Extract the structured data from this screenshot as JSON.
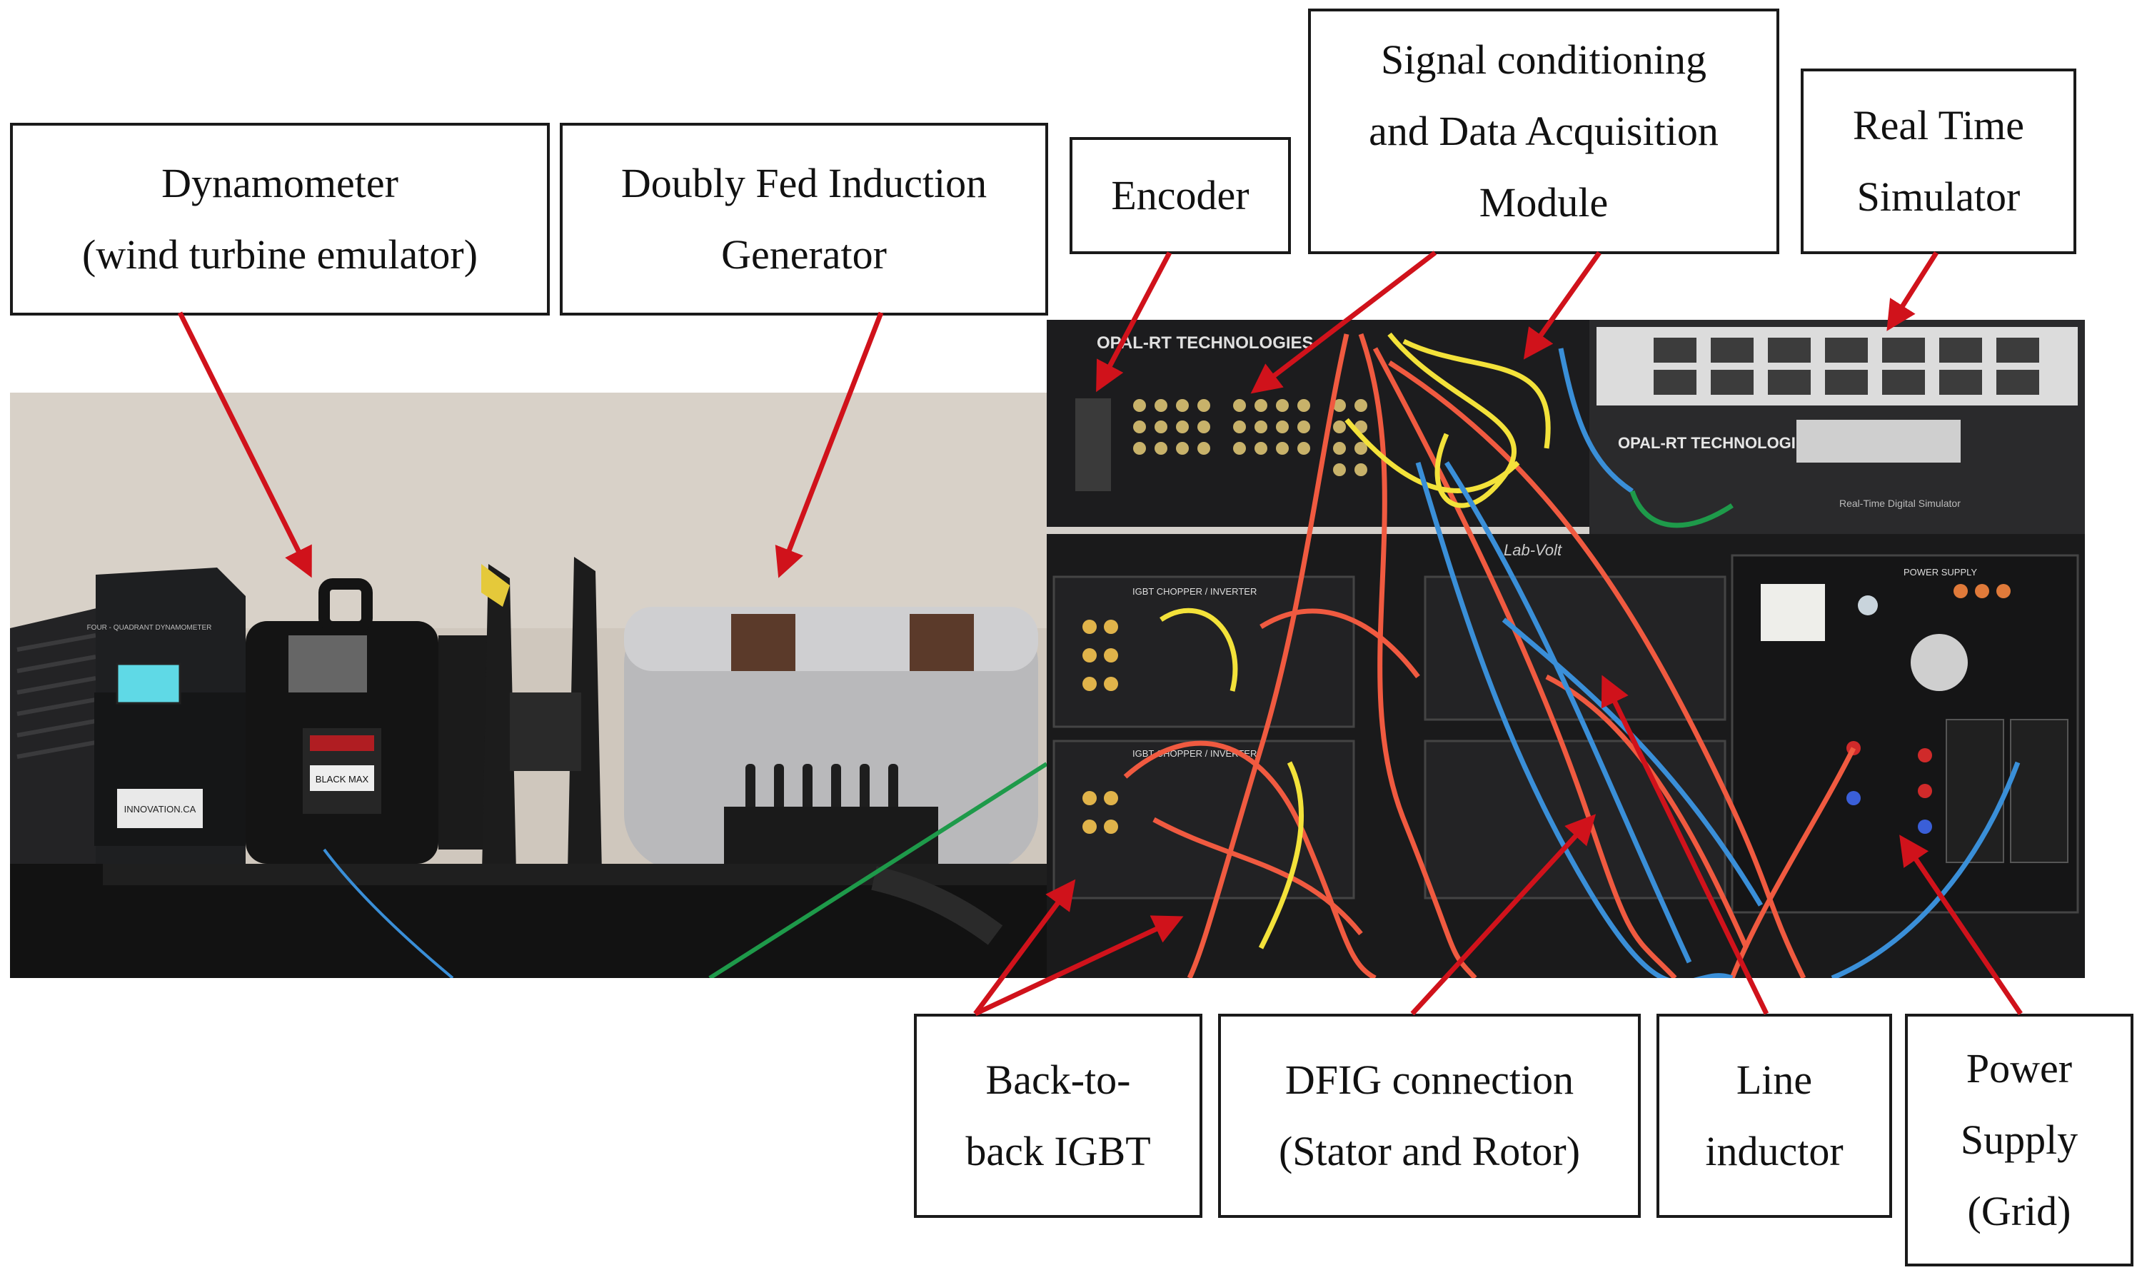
{
  "labels": {
    "dynamometer": [
      "Dynamometer",
      "(wind turbine emulator)"
    ],
    "dfig": [
      "Doubly Fed Induction",
      "Generator"
    ],
    "encoder": [
      "Encoder"
    ],
    "signal_conditioning": [
      "Signal conditioning",
      "and Data Acquisition",
      "Module"
    ],
    "real_time_simulator": [
      "Real Time",
      "Simulator"
    ],
    "back_to_back_igbt": [
      "Back-to-",
      "back IGBT"
    ],
    "dfig_connection": [
      "DFIG connection",
      "(Stator and Rotor)"
    ],
    "line_inductor": [
      "Line",
      "inductor"
    ],
    "power_supply": [
      "Power",
      "Supply",
      "(Grid)"
    ]
  },
  "equipment_markings": {
    "dyno_label": "FOUR - QUADRANT DYNAMOMETER",
    "dyno_brand": "INNOVATION.CA",
    "motor_badge": "BLACK MAX",
    "opal_rt_brand": "OPAL-RT TECHNOLOGIES",
    "simulator_caption": "Real-Time Digital Simulator",
    "igbt_panel_1": "IGBT CHOPPER / INVERTER",
    "igbt_panel_2": "IGBT CHOPPER / INVERTER",
    "power_supply_panel": "POWER SUPPLY",
    "labvolt_brand": "Lab-Volt"
  },
  "colors": {
    "arrow": "#d0121b",
    "wall": "#cfc7bd",
    "rack": "#1c1c1e",
    "dfig_housing": "#b9b9bb",
    "cable_red": "#f05a40",
    "cable_yellow": "#f3e23a",
    "cable_blue": "#3a8fd8",
    "cable_green": "#1e9a4a"
  }
}
